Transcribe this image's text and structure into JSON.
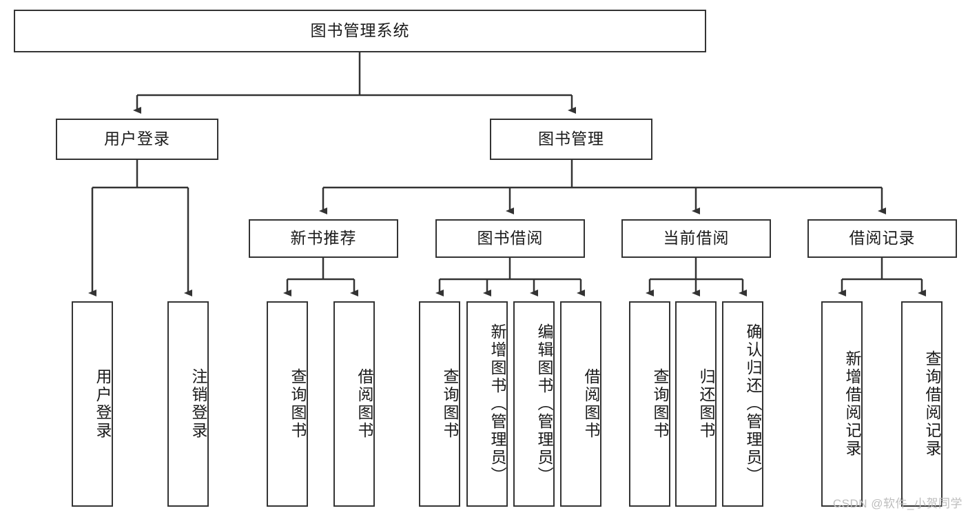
{
  "diagram": {
    "title": "图书管理系统",
    "watermark": "CSDN @软件_小贺同学",
    "colors": {
      "box_border": "#333333",
      "box_fill": "#ffffff",
      "edge": "#333333",
      "text": "#1a1a1a",
      "watermark": "#bdbdbd",
      "background": "#ffffff"
    },
    "root": {
      "label": "图书管理系统"
    },
    "level2": [
      {
        "label": "用户登录"
      },
      {
        "label": "图书管理"
      }
    ],
    "user_login_children": [
      {
        "label": "用户登录"
      },
      {
        "label": "注销登录"
      }
    ],
    "book_manage_children": [
      {
        "label": "新书推荐"
      },
      {
        "label": "图书借阅"
      },
      {
        "label": "当前借阅"
      },
      {
        "label": "借阅记录"
      }
    ],
    "new_book_children": [
      {
        "label": "查询图书"
      },
      {
        "label": "借阅图书"
      }
    ],
    "borrow_children": [
      {
        "label": "查询图书"
      },
      {
        "label": "新增图书（管理员）"
      },
      {
        "label": "编辑图书（管理员）"
      },
      {
        "label": "借阅图书"
      }
    ],
    "current_borrow_children": [
      {
        "label": "查询图书"
      },
      {
        "label": "归还图书"
      },
      {
        "label": "确认归还（管理员）"
      }
    ],
    "record_children": [
      {
        "label": "新增借阅记录"
      },
      {
        "label": "查询借阅记录"
      }
    ]
  }
}
